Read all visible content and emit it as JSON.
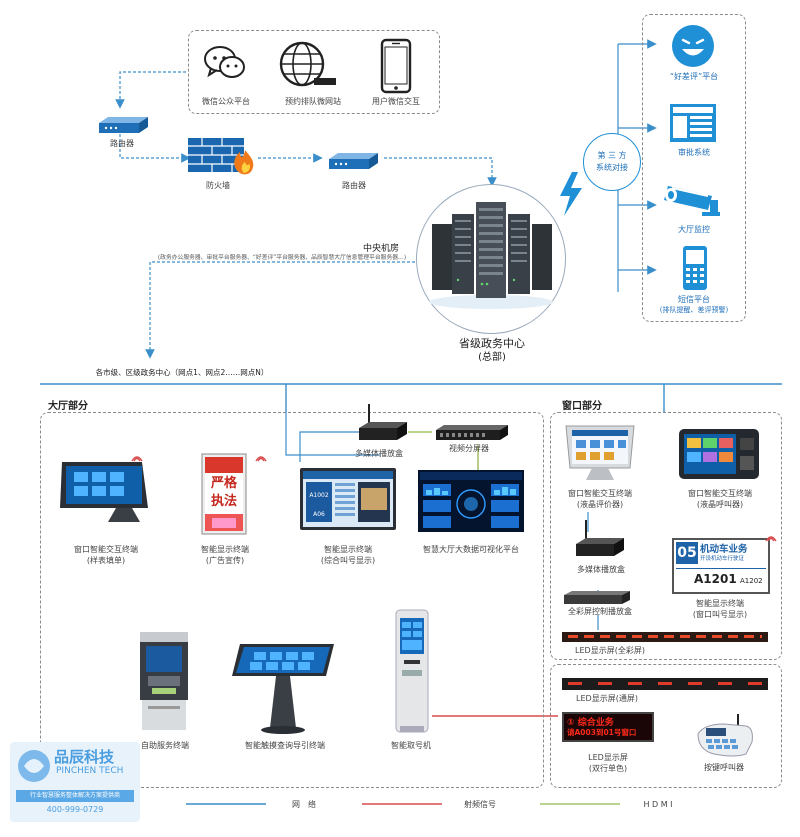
{
  "top_services": {
    "wechat": "微信公众平台",
    "booking": "预约排队微网站",
    "mobile": "用户微信交互"
  },
  "net_devices": {
    "router1": "路由器",
    "firewall": "防火墙",
    "router2": "路由器"
  },
  "central": {
    "title": "中央机房",
    "note": "(政务办公服务器、审批平台服务器、“好差评”平台服务器、品辰智慧大厅信息管理平台服务器…)",
    "center_line1": "省级政务中心",
    "center_line2": "(总部)"
  },
  "branches": "各市级、区级政务中心（网点1、网点2……网点N）",
  "third_party": {
    "line1": "第 三 方",
    "line2": "系统对接"
  },
  "third_items": [
    {
      "line1": "“好差评”平台",
      "line2": ""
    },
    {
      "line1": "审批系统",
      "line2": ""
    },
    {
      "line1": "大厅监控",
      "line2": ""
    },
    {
      "line1": "短信平台",
      "line2": "(排队提醒、差评预警)"
    }
  ],
  "hall": {
    "title": "大厅部分",
    "media_box": "多媒体播放盒",
    "splitter": "视频分屏器",
    "items": [
      {
        "line1": "窗口智能交互终端",
        "line2": "(样表填单)"
      },
      {
        "line1": "智能显示终端",
        "line2": "(广告宣传)"
      },
      {
        "line1": "智能显示终端",
        "line2": "(综合叫号显示)"
      },
      {
        "line1": "智慧大厅大数据可视化平台",
        "line2": ""
      },
      {
        "line1": "自助服务终端",
        "line2": ""
      },
      {
        "line1": "智能触摸查询导引终端",
        "line2": ""
      },
      {
        "line1": "智能取号机",
        "line2": ""
      }
    ]
  },
  "window": {
    "title": "窗口部分",
    "items": [
      {
        "line1": "窗口智能交互终端",
        "line2": "(液晶评价器)"
      },
      {
        "line1": "窗口智能交互终端",
        "line2": "(液晶呼叫器)"
      },
      {
        "line1": "多媒体播放盒",
        "line2": ""
      },
      {
        "line1": "智能显示终端",
        "line2": "(窗口叫号显示)"
      },
      {
        "line1": "全彩屏控制播放盒",
        "line2": ""
      },
      {
        "line1": "LED显示屏(全彩屏)",
        "line2": ""
      },
      {
        "line1": "LED显示屏(通屏)",
        "line2": ""
      },
      {
        "line1": "LED显示屏",
        "line2": "(双行单色)"
      },
      {
        "line1": "按键呼叫器",
        "line2": ""
      }
    ],
    "display_num": "05",
    "display_title": "机动车业务",
    "display_sub": "开设机动车行驶证",
    "display_num_a": "A1201",
    "display_num_b": "A1202",
    "led_line1": "① 综合业务",
    "led_line2": "请A003到01号窗口"
  },
  "legend": {
    "network": "网　络",
    "rf": "射频信号",
    "hdmi": "H D M I"
  },
  "logo": {
    "name": "品辰科技",
    "en": "PINCHEN TECH",
    "slogan": "行业智慧服务整体解决方案提供商",
    "phone": "400-999-0729"
  },
  "colors": {
    "network": "#3a8ec9",
    "rf": "#d94b4b",
    "hdmi": "#a6c36a",
    "accent": "#1f8fd6"
  }
}
